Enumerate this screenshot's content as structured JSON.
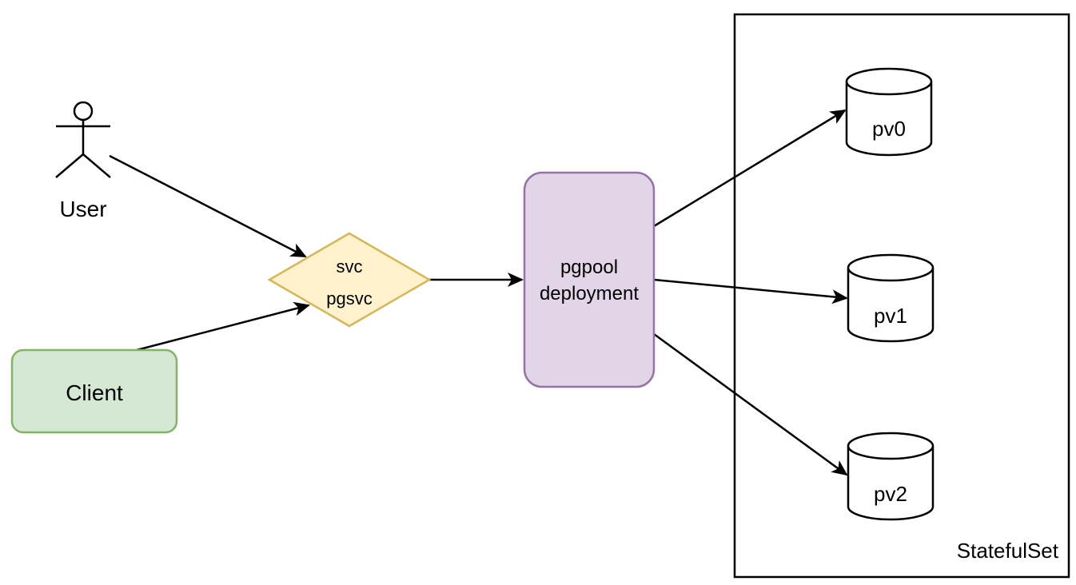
{
  "nodes": {
    "user": {
      "label": "User"
    },
    "client": {
      "label": "Client"
    },
    "service": {
      "line1": "svc",
      "line2": "pgsvc"
    },
    "pgpool": {
      "line1": "pgpool",
      "line2": "deployment"
    },
    "pv0": {
      "label": "pv0"
    },
    "pv1": {
      "label": "pv1"
    },
    "pv2": {
      "label": "pv2"
    },
    "statefulset": {
      "label": "StatefulSet"
    }
  },
  "edges": [
    {
      "from": "User",
      "to": "svc pgsvc"
    },
    {
      "from": "Client",
      "to": "svc pgsvc"
    },
    {
      "from": "svc pgsvc",
      "to": "pgpool deployment"
    },
    {
      "from": "pgpool deployment",
      "to": "pv0"
    },
    {
      "from": "pgpool deployment",
      "to": "pv1"
    },
    {
      "from": "pgpool deployment",
      "to": "pv2"
    }
  ],
  "colors": {
    "client_fill": "#d5e8d4",
    "client_stroke": "#82b366",
    "service_fill": "#fff2cc",
    "service_stroke": "#d6b656",
    "pgpool_fill": "#e1d5e7",
    "pgpool_stroke": "#9673a6",
    "line": "#000000"
  }
}
